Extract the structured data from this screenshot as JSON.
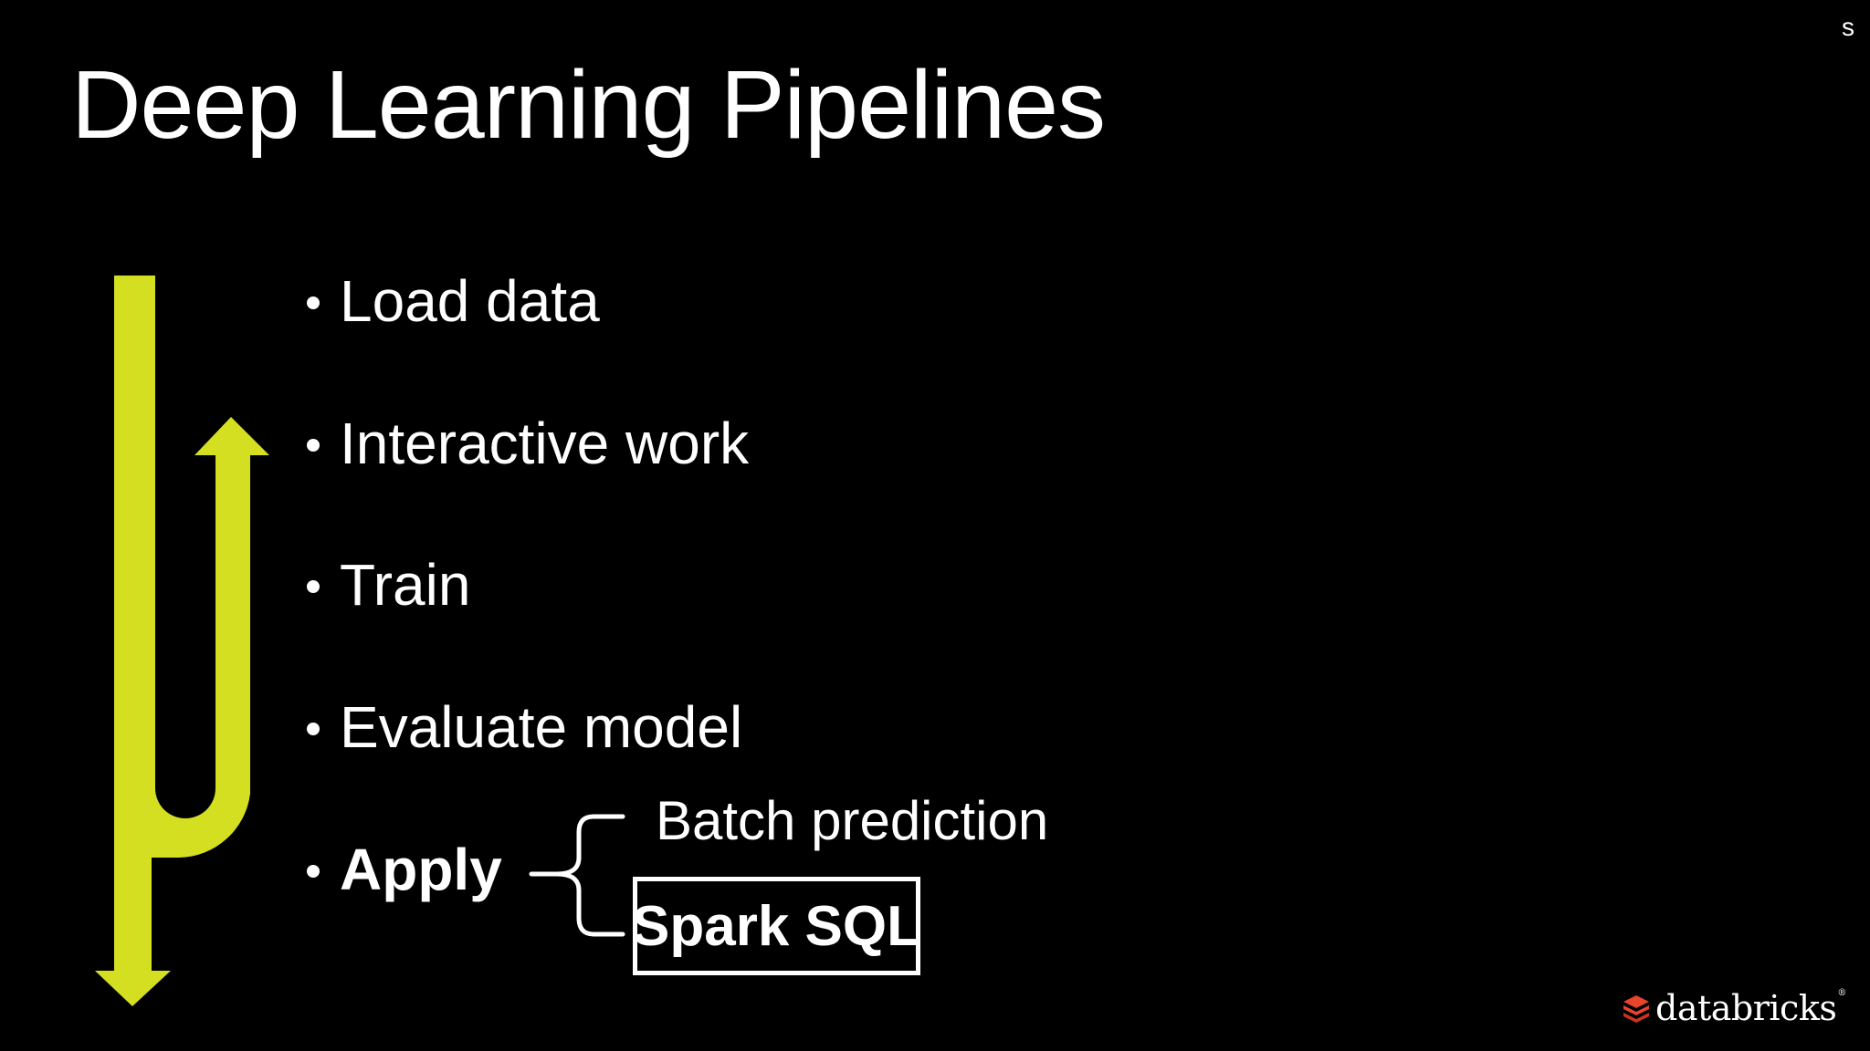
{
  "slide": {
    "corner_mark": "s",
    "title": "Deep Learning Pipelines",
    "bullets": [
      {
        "label": "Load data",
        "bold": false
      },
      {
        "label": "Interactive work",
        "bold": false
      },
      {
        "label": "Train",
        "bold": false
      },
      {
        "label": "Evaluate model",
        "bold": false
      },
      {
        "label": "Apply",
        "bold": true
      }
    ],
    "apply_branches": {
      "batch": "Batch prediction",
      "spark": "Spark SQL"
    },
    "logo": {
      "wordmark": "databricks",
      "registered": "®"
    },
    "colors": {
      "background": "#000000",
      "text": "#ffffff",
      "arrow": "#d4df22",
      "logo_mark": "#e8432b"
    }
  }
}
